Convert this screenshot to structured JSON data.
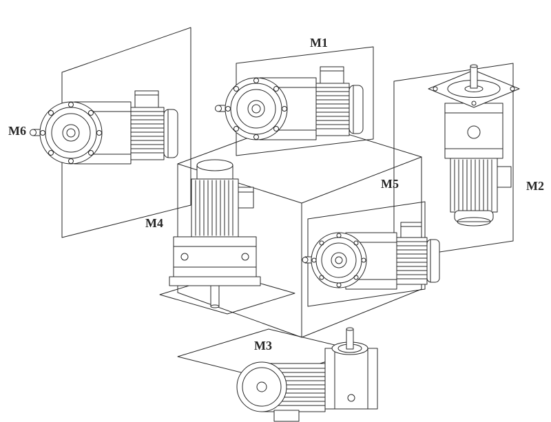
{
  "diagram": {
    "labels": {
      "m1": "M1",
      "m2": "M2",
      "m3": "M3",
      "m4": "M4",
      "m5": "M5",
      "m6": "M6"
    },
    "colors": {
      "line": "#262626",
      "background": "#ffffff"
    }
  }
}
